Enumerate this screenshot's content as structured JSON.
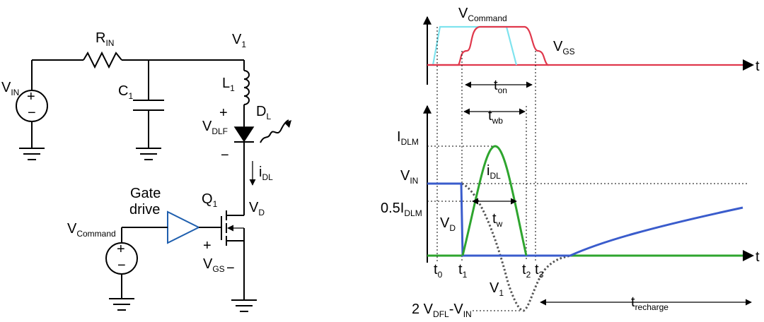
{
  "colors": {
    "wire": "#000000",
    "led_driver": "#1f5fae",
    "vcommand_trace": "#7fe3ee",
    "vgs_trace": "#e0384c",
    "idl_trace": "#2ea52e",
    "vd_trace": "#3a5ccc",
    "v1_trace": "#555555"
  },
  "circuit": {
    "rin": {
      "main": "R",
      "sub": "IN"
    },
    "v1": {
      "main": "V",
      "sub": "1"
    },
    "vin": {
      "main": "V",
      "sub": "IN"
    },
    "c1": {
      "main": "C",
      "sub": "1"
    },
    "l1": {
      "main": "L",
      "sub": "1"
    },
    "vdlf": {
      "main": "V",
      "sub": "DLF"
    },
    "dl": {
      "main": "D",
      "sub": "L"
    },
    "idl": {
      "main": "i",
      "sub": "DL"
    },
    "gate_drive_line1": "Gate",
    "gate_drive_line2": "drive",
    "q1": {
      "main": "Q",
      "sub": "1"
    },
    "vd": {
      "main": "V",
      "sub": "D"
    },
    "vcommand": {
      "main": "V",
      "sub": "Command"
    },
    "vgs": {
      "main": "V",
      "sub": "GS"
    },
    "plus": "+",
    "minus": "−"
  },
  "timing": {
    "vcommand": {
      "main": "V",
      "sub": "Command"
    },
    "vgs": {
      "main": "V",
      "sub": "GS"
    },
    "t_axis": "t",
    "ton": {
      "main": "t",
      "sub": "on"
    },
    "twb": {
      "main": "t",
      "sub": "wb"
    },
    "idlm": {
      "main": "I",
      "sub": "DLM"
    },
    "vin": {
      "main": "V",
      "sub": "IN"
    },
    "half_idlm": {
      "pre": "0.5I",
      "sub": "DLM"
    },
    "vd": {
      "main": "V",
      "sub": "D"
    },
    "idl": {
      "main": "i",
      "sub": "DL"
    },
    "tw": {
      "main": "t",
      "sub": "w"
    },
    "t0": {
      "main": "t",
      "sub": "0"
    },
    "t1": {
      "main": "t",
      "sub": "1"
    },
    "t2": {
      "main": "t",
      "sub": "2"
    },
    "t3": {
      "main": "t",
      "sub": "3"
    },
    "v1": {
      "main": "V",
      "sub": "1"
    },
    "vdfl": {
      "pre": "2 V",
      "sub1": "DFL",
      "mid": "-V",
      "sub2": "IN"
    },
    "trecharge": {
      "main": "t",
      "sub": "recharge"
    }
  }
}
